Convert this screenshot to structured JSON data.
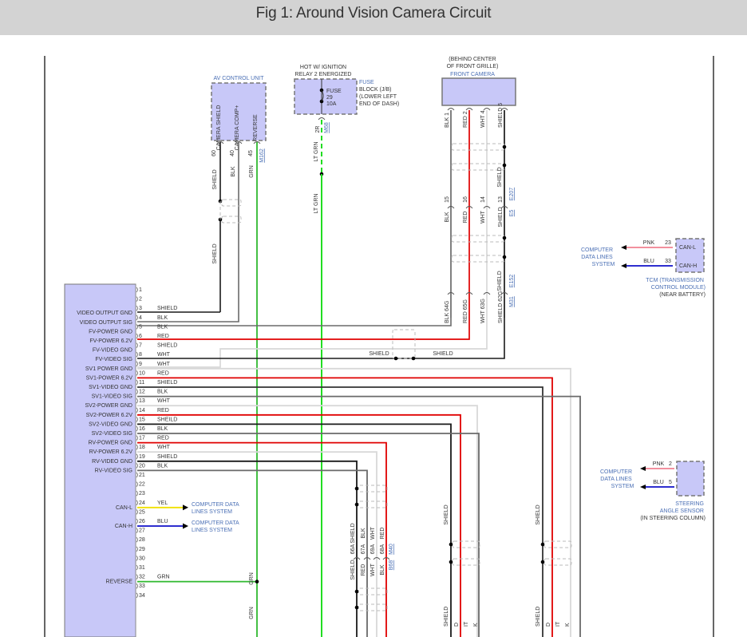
{
  "title": "Fig 1: Around Vision Camera Circuit",
  "colors": {
    "module_fill": "#c8c8f8",
    "red": "#e00000",
    "grn": "#2fb82f",
    "lt_grn": "#22dd22",
    "blk": "#1a1a1a",
    "gray": "#6a6a6a",
    "wht": "#d8d8d8",
    "yel": "#f0e000",
    "blu": "#1010c8",
    "pnk": "#f08090",
    "link": "#4a6fb5"
  },
  "av_control_unit": {
    "name": "AV CONTROL UNIT",
    "top_pins": [
      {
        "label": "CAMERA SHIELD",
        "pin": "60",
        "wire": "SHIELD"
      },
      {
        "label": "CAMERA COMP+",
        "pin": "40",
        "wire": "BLK"
      },
      {
        "label": "REVERSE",
        "pin": "45",
        "wire": "GRN",
        "connector": "M162"
      }
    ],
    "lower_wire_label": "SHIELD"
  },
  "fuse_block": {
    "header": [
      "HOT W/ IGNITION",
      "RELAY 2 ENERGIZED"
    ],
    "name": [
      "FUSE",
      "BLOCK (J/B)"
    ],
    "location": [
      "(LOWER LEFT",
      "END OF DASH)"
    ],
    "fuse_label": "FUSE",
    "fuse_number": "29",
    "fuse_rating": "10A",
    "pin": "2R",
    "connector": "M68",
    "wire": "LT GRN"
  },
  "front_camera": {
    "location": [
      "(BEHIND CENTER",
      "OF FRONT GRILLE)"
    ],
    "name": "FRONT CAMERA",
    "pins_top": [
      {
        "wire": "BLK",
        "pin": "1"
      },
      {
        "wire": "RED",
        "pin": "2"
      },
      {
        "wire": "WHT",
        "pin": "4"
      },
      {
        "wire": "SHIELD",
        "pin": "5"
      }
    ],
    "pins_mid": [
      {
        "wire": "BLK",
        "pin": "15"
      },
      {
        "wire": "RED",
        "pin": "16"
      },
      {
        "wire": "WHT",
        "pin": "14"
      },
      {
        "wire": "SHIELD",
        "pin": "13"
      }
    ],
    "mid_connectors": [
      "E207",
      "E5"
    ],
    "pins_low": [
      {
        "wire": "BLK",
        "pin": "64G"
      },
      {
        "wire": "RED",
        "pin": "65G"
      },
      {
        "wire": "WHT",
        "pin": "63G"
      },
      {
        "wire": "SHIELD",
        "pin": "62G"
      }
    ],
    "low_connectors": [
      "E152",
      "M31"
    ],
    "shield_labels": [
      "SHIELD",
      "SHIELD"
    ]
  },
  "tcm": {
    "system": [
      "COMPUTER",
      "DATA LINES",
      "SYSTEM"
    ],
    "pins": [
      {
        "wire": "PNK",
        "pin": "23",
        "label": "CAN-L"
      },
      {
        "wire": "BLU",
        "pin": "33",
        "label": "CAN-H"
      }
    ],
    "name": [
      "TCM (TRANSMISSION",
      "CONTROL MODULE)",
      "(NEAR BATTERY)"
    ]
  },
  "steering_angle_sensor": {
    "system": [
      "COMPUTER",
      "DATA LINES",
      "SYSTEM"
    ],
    "pins": [
      {
        "wire": "PNK",
        "pin": "2"
      },
      {
        "wire": "BLU",
        "pin": "5"
      }
    ],
    "name": [
      "STEERING",
      "ANGLE SENSOR",
      "(IN STEERING COLUMN)"
    ]
  },
  "main_module_pins": [
    {
      "pin": "1",
      "label": "",
      "wire": ""
    },
    {
      "pin": "2",
      "label": "",
      "wire": ""
    },
    {
      "pin": "3",
      "label": "VIDEO OUTPUT GND",
      "wire": "SHIELD"
    },
    {
      "pin": "4",
      "label": "VIDEO OUTPUT SIG",
      "wire": "BLK"
    },
    {
      "pin": "5",
      "label": "FV-POWER GND",
      "wire": "BLK"
    },
    {
      "pin": "6",
      "label": "FV-POWER 6.2V",
      "wire": "RED"
    },
    {
      "pin": "7",
      "label": "FV-VIDEO GND",
      "wire": "SHIELD"
    },
    {
      "pin": "8",
      "label": "FV-VIDEO SIG",
      "wire": "WHT"
    },
    {
      "pin": "9",
      "label": "SV1 POWER GND",
      "wire": "WHT"
    },
    {
      "pin": "10",
      "label": "SV1-POWER 6.2V",
      "wire": "RED"
    },
    {
      "pin": "11",
      "label": "SV1-VIDEO GND",
      "wire": "SHIELD"
    },
    {
      "pin": "12",
      "label": "SV1-VIDEO SIG",
      "wire": "BLK"
    },
    {
      "pin": "13",
      "label": "SV2-POWER GND",
      "wire": "WHT"
    },
    {
      "pin": "14",
      "label": "SV2-POWER 6.2V",
      "wire": "RED"
    },
    {
      "pin": "15",
      "label": "SV2-VIDEO GND",
      "wire": "SHEILD"
    },
    {
      "pin": "16",
      "label": "SV2-VIDEO SIG",
      "wire": "BLK"
    },
    {
      "pin": "17",
      "label": "RV-POWER GND",
      "wire": "RED"
    },
    {
      "pin": "18",
      "label": "RV-POWER 6.2V",
      "wire": "WHT"
    },
    {
      "pin": "19",
      "label": "RV-VIDEO GND",
      "wire": "SHIELD"
    },
    {
      "pin": "20",
      "label": "RV-VIDEO SIG",
      "wire": "BLK"
    },
    {
      "pin": "21",
      "label": "",
      "wire": ""
    },
    {
      "pin": "22",
      "label": "",
      "wire": ""
    },
    {
      "pin": "23",
      "label": "",
      "wire": ""
    },
    {
      "pin": "24",
      "label": "CAN-L",
      "wire": "YEL"
    },
    {
      "pin": "25",
      "label": "",
      "wire": ""
    },
    {
      "pin": "26",
      "label": "CAN-H",
      "wire": "BLU"
    },
    {
      "pin": "27",
      "label": "",
      "wire": ""
    },
    {
      "pin": "28",
      "label": "",
      "wire": ""
    },
    {
      "pin": "29",
      "label": "",
      "wire": ""
    },
    {
      "pin": "30",
      "label": "",
      "wire": ""
    },
    {
      "pin": "31",
      "label": "",
      "wire": ""
    },
    {
      "pin": "32",
      "label": "REVERSE",
      "wire": "GRN"
    },
    {
      "pin": "33",
      "label": "",
      "wire": ""
    },
    {
      "pin": "34",
      "label": "",
      "wire": ""
    }
  ],
  "can_destinations": [
    "COMPUTER DATA",
    "LINES SYSTEM"
  ],
  "rear_connector": {
    "upper": [
      {
        "wire": "SHIELD",
        "pin": "66A"
      },
      {
        "wire": "BLK",
        "pin": "67A"
      },
      {
        "wire": "WHT",
        "pin": "69A"
      },
      {
        "wire": "RED",
        "pin": "68A"
      }
    ],
    "upper_connector": "M40",
    "lower": [
      "SHIELD",
      "RED",
      "WHT",
      "BLK"
    ],
    "lower_connector": "B68"
  },
  "side_shield_labels": [
    "SHIELD",
    "SHIELD"
  ],
  "bottom_labels": {
    "grn": "GRN",
    "lt_grn": "LT GRN",
    "trunc": [
      "SHIELD",
      "D",
      "IT",
      "K"
    ]
  }
}
